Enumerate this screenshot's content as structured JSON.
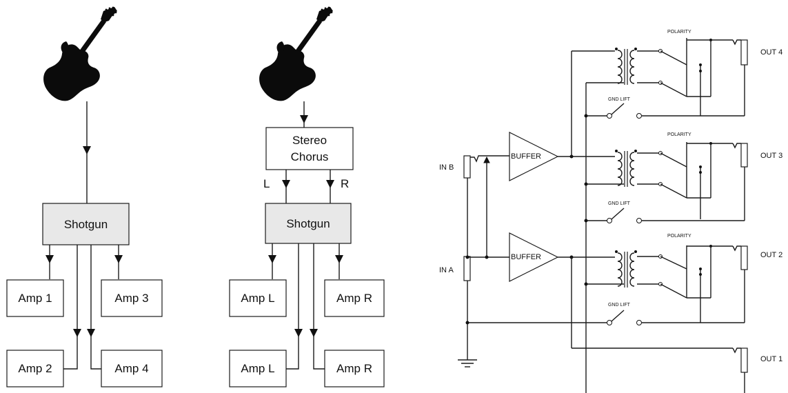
{
  "diagram1": {
    "shotgun_label": "Shotgun",
    "amps": [
      "Amp 1",
      "Amp 3",
      "Amp 2",
      "Amp 4"
    ]
  },
  "diagram2": {
    "chorus_label_1": "Stereo",
    "chorus_label_2": "Chorus",
    "left_label": "L",
    "right_label": "R",
    "shotgun_label": "Shotgun",
    "amps": [
      "Amp L",
      "Amp R",
      "Amp L",
      "Amp R"
    ]
  },
  "schematic": {
    "inputs": [
      "IN B",
      "IN A"
    ],
    "buffer_label": "BUFFER",
    "polarity_label": "POLARITY",
    "gnd_lift_label": "GND LIFT",
    "outputs": [
      "OUT 4",
      "OUT 3",
      "OUT 2",
      "OUT 1"
    ]
  }
}
